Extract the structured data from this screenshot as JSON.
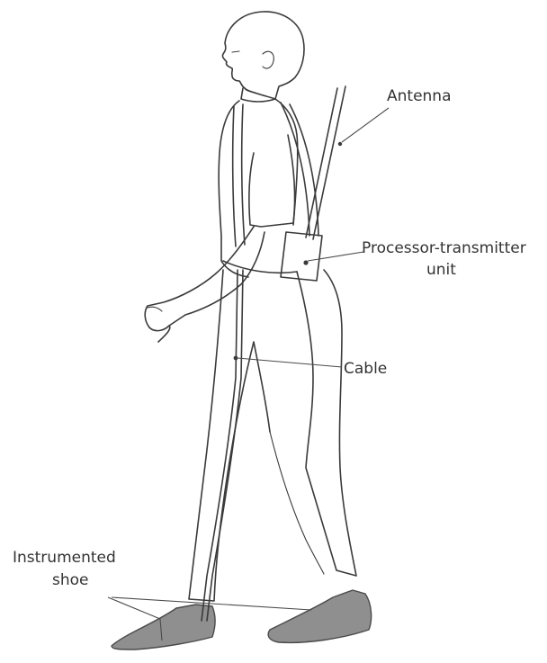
{
  "labels": {
    "antenna": "Antenna",
    "processor_line1": "Processor-transmitter",
    "processor_line2": "unit",
    "cable": "Cable",
    "shoe_line1": "Instrumented",
    "shoe_line2": "shoe"
  },
  "colors": {
    "ink": "#3a3a3a",
    "shoe_fill": "#8f8f8f",
    "background": "#ffffff"
  }
}
